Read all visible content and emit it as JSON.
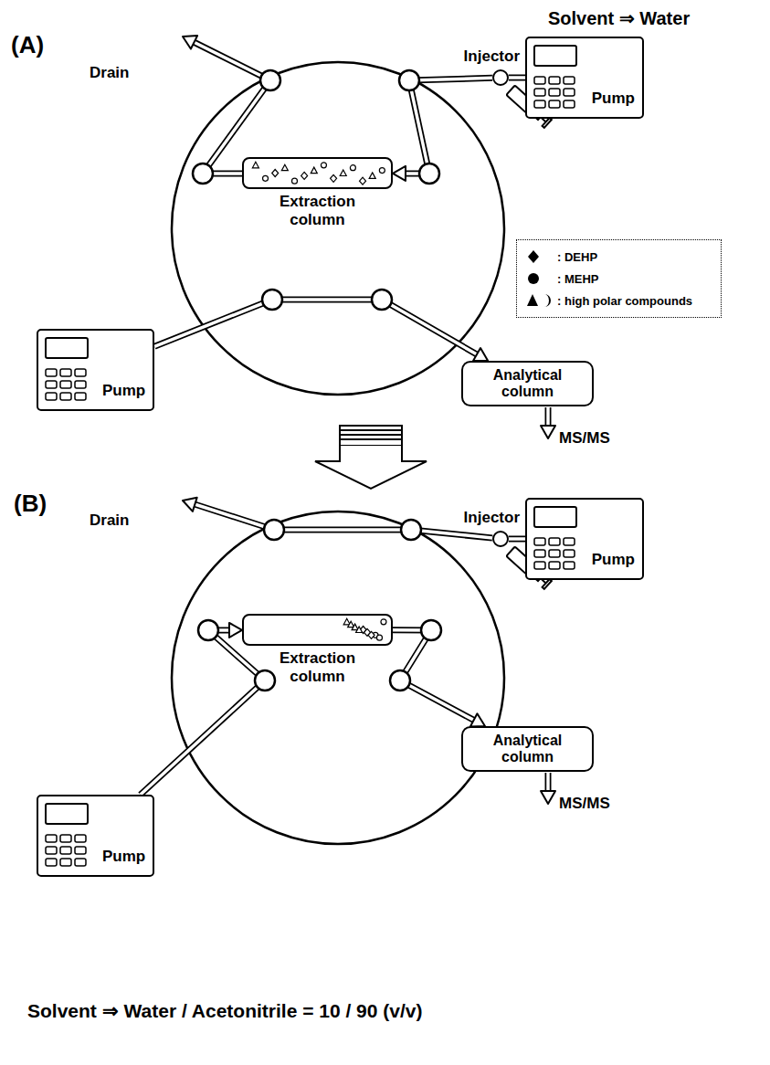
{
  "diagram": {
    "nodes": [
      {
        "text": [
          "Pump"
        ]
      },
      {
        "text": [
          "Injector"
        ]
      },
      {
        "text": [
          "Extraction column"
        ]
      },
      {
        "text": [
          "Pump"
        ]
      },
      {
        "text": [
          "Analytical column"
        ]
      },
      {
        "text": [
          "Pump"
        ]
      },
      {
        "text": [
          "Injector"
        ]
      },
      {
        "text": [
          "Extraction column"
        ]
      },
      {
        "text": [
          "Pump"
        ]
      },
      {
        "text": [
          "Analytical column"
        ]
      }
    ],
    "edges": [
      {
        "from": 0,
        "to": 1,
        "arrow": "none"
      },
      {
        "from": 1,
        "to": 2,
        "arrow": "to"
      },
      {
        "from": 3,
        "to": 4,
        "arrow": "to"
      },
      {
        "from": 5,
        "to": 6,
        "arrow": "none"
      },
      {
        "from": 8,
        "to": 7,
        "arrow": "to"
      },
      {
        "from": 7,
        "to": 9,
        "arrow": "to"
      }
    ],
    "labels": [
      "(A)",
      "Solvent ⇒ Water",
      "Drain",
      "MS/MS",
      "(B)",
      "Drain",
      "MS/MS",
      "Solvent ⇒ Water / Acetonitrile = 10 / 90 (v/v)"
    ],
    "legend": [
      {
        "text": ": DEHP"
      },
      {
        "text": ": MEHP"
      },
      {
        "text": ": high polar compounds"
      }
    ]
  }
}
